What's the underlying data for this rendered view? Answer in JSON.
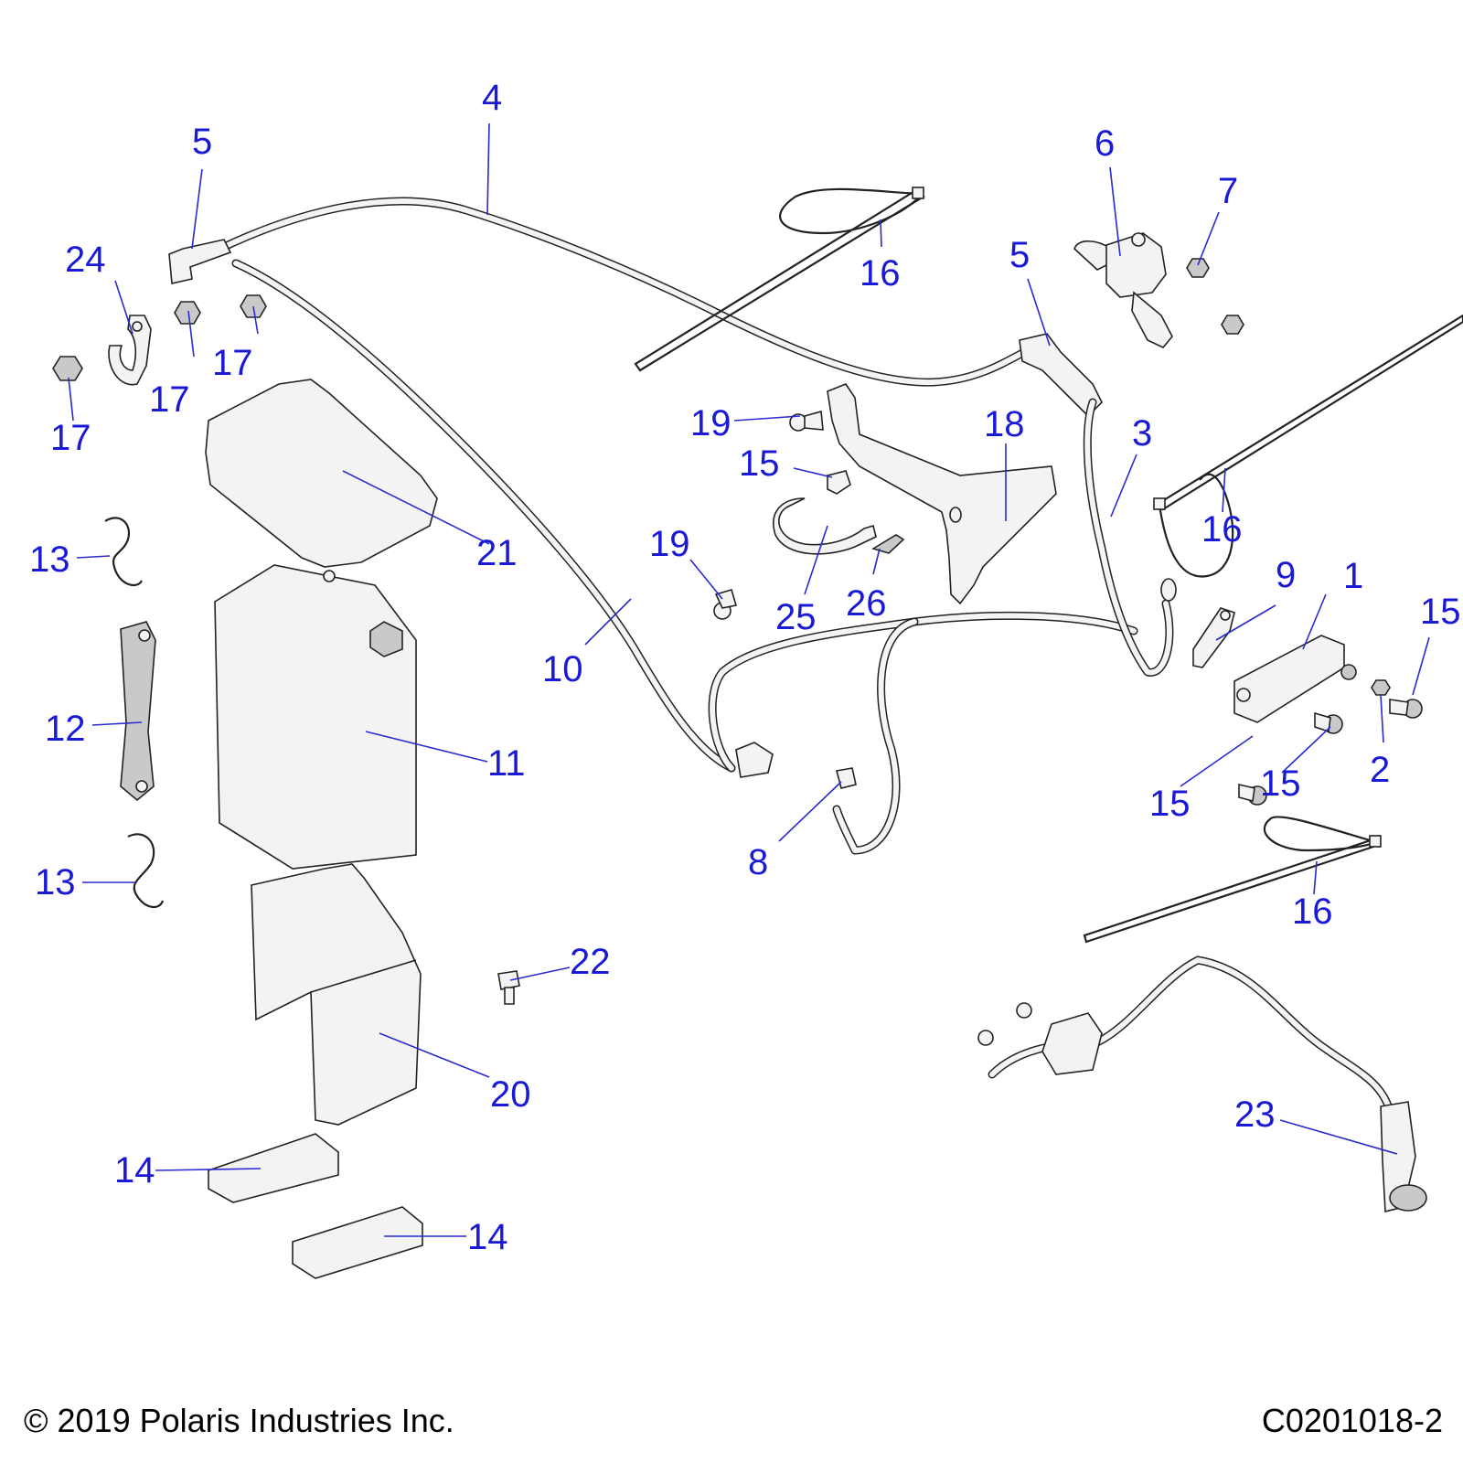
{
  "diagram": {
    "callouts": [
      {
        "id": "c1",
        "label": "1"
      },
      {
        "id": "c2",
        "label": "2"
      },
      {
        "id": "c3",
        "label": "3"
      },
      {
        "id": "c4",
        "label": "4"
      },
      {
        "id": "c5a",
        "label": "5"
      },
      {
        "id": "c5b",
        "label": "5"
      },
      {
        "id": "c6",
        "label": "6"
      },
      {
        "id": "c7",
        "label": "7"
      },
      {
        "id": "c8",
        "label": "8"
      },
      {
        "id": "c9",
        "label": "9"
      },
      {
        "id": "c10",
        "label": "10"
      },
      {
        "id": "c11",
        "label": "11"
      },
      {
        "id": "c12",
        "label": "12"
      },
      {
        "id": "c13a",
        "label": "13"
      },
      {
        "id": "c13b",
        "label": "13"
      },
      {
        "id": "c14a",
        "label": "14"
      },
      {
        "id": "c14b",
        "label": "14"
      },
      {
        "id": "c15a",
        "label": "15"
      },
      {
        "id": "c15b",
        "label": "15"
      },
      {
        "id": "c15c",
        "label": "15"
      },
      {
        "id": "c15d",
        "label": "15"
      },
      {
        "id": "c16a",
        "label": "16"
      },
      {
        "id": "c16b",
        "label": "16"
      },
      {
        "id": "c16c",
        "label": "16"
      },
      {
        "id": "c17a",
        "label": "17"
      },
      {
        "id": "c17b",
        "label": "17"
      },
      {
        "id": "c17c",
        "label": "17"
      },
      {
        "id": "c18",
        "label": "18"
      },
      {
        "id": "c19a",
        "label": "19"
      },
      {
        "id": "c19b",
        "label": "19"
      },
      {
        "id": "c20",
        "label": "20"
      },
      {
        "id": "c21",
        "label": "21"
      },
      {
        "id": "c22",
        "label": "22"
      },
      {
        "id": "c23",
        "label": "23"
      },
      {
        "id": "c24",
        "label": "24"
      },
      {
        "id": "c25",
        "label": "25"
      },
      {
        "id": "c26",
        "label": "26"
      }
    ]
  },
  "footer": {
    "copyright": "© 2019 Polaris Industries Inc.",
    "drawing_number": "C0201018-2"
  },
  "colors": {
    "callout": "#1a1ad6",
    "leader": "#2a2ad0",
    "line_art": "#222222"
  }
}
